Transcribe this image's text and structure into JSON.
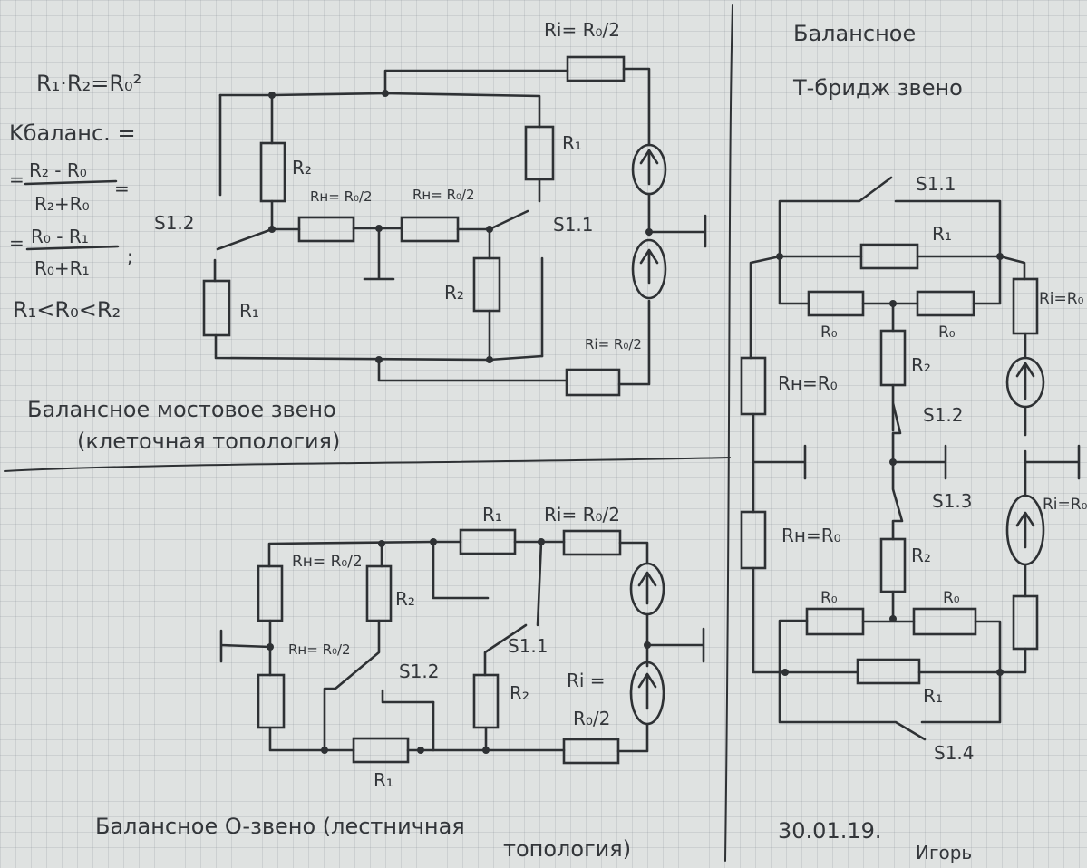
{
  "formulas": {
    "f1": "R₁·R₂=R₀²",
    "f2": "Kбаланс. =",
    "f3_num": "R₂ - R₀",
    "f3_den": "R₂+R₀",
    "f4_num": "R₀ - R₁",
    "f4_den": "R₀+R₁",
    "f5": "R₁<R₀<R₂",
    "eq": "=",
    "semicolon": ";"
  },
  "bridge": {
    "caption1": "Балансное мостовое звено",
    "caption2": "(клеточная топология)",
    "ri_top": "Ri= R₀/2",
    "ri_bottom": "Ri= R₀/2",
    "r2_left": "R₂",
    "r1_right": "R₁",
    "rn1": "Rн= R₀/2",
    "rn2": "Rн= R₀/2",
    "r2_right": "R₂",
    "r1_left": "R₁",
    "s12": "S1.2",
    "s11": "S1.1"
  },
  "ladder": {
    "caption1": "Балансное O-звено (лестничная",
    "caption2": "топология)",
    "r1_top": "R₁",
    "ri_top": "Ri= R₀/2",
    "rn_top": "Rн= R₀/2",
    "r2_a": "R₂",
    "rn_mid": "Rн= R₀/2",
    "s12": "S1.2",
    "s11": "S1.1",
    "r2_b": "R₂",
    "ri_bottom_a": "Ri =",
    "ri_bottom_b": "R₀/2",
    "r1_bottom": "R₁"
  },
  "tbridge": {
    "caption1": "Балансное",
    "caption2": "Т-бридж звено",
    "s11": "S1.1",
    "r1_top": "R₁",
    "r0_a": "R₀",
    "r0_b": "R₀",
    "ri_top": "Ri=R₀",
    "rn_top": "Rн=R₀",
    "r2_top": "R₂",
    "s12": "S1.2",
    "s13": "S1.3",
    "ri_bot": "Ri=R₀",
    "rn_bot": "Rн=R₀",
    "r2_bot": "R₂",
    "r0_c": "R₀",
    "r0_d": "R₀",
    "r1_bot": "R₁",
    "s14": "S1.4"
  },
  "footer": {
    "date": "30.01.19.",
    "signature": "Игорь"
  }
}
